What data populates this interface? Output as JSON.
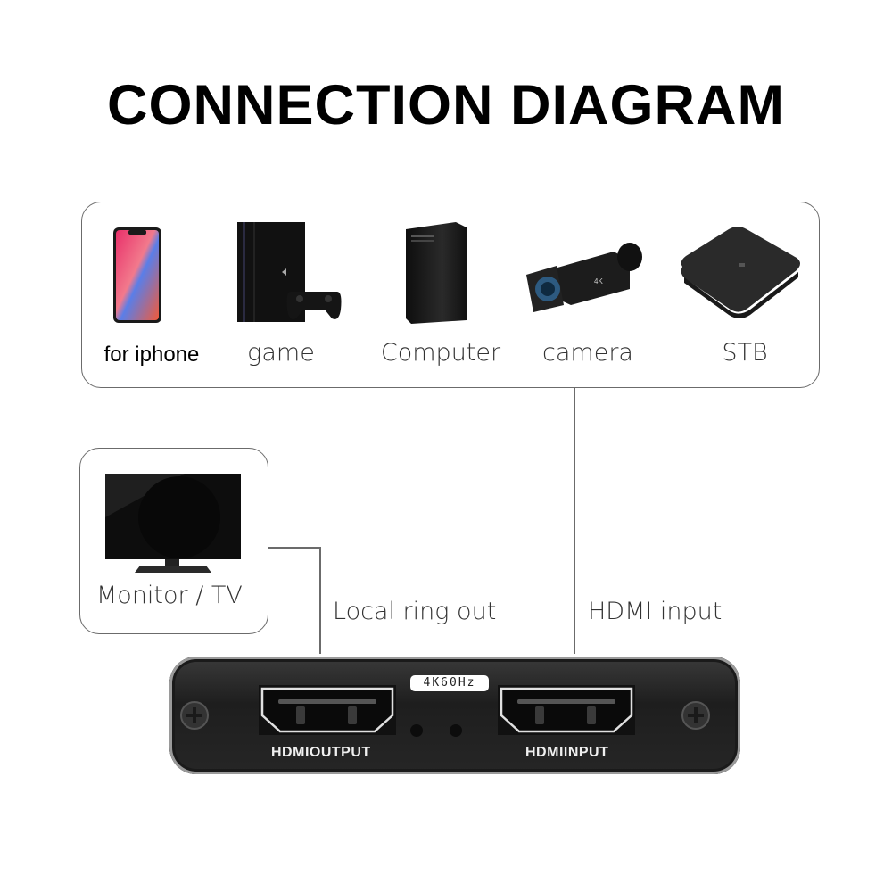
{
  "title": "CONNECTION DIAGRAM",
  "sources": [
    {
      "label": "for iphone",
      "icon": "smartphone-icon"
    },
    {
      "label": "game",
      "icon": "game-console-icon"
    },
    {
      "label": "Computer",
      "icon": "desktop-tower-icon"
    },
    {
      "label": "camera",
      "icon": "camcorder-icon"
    },
    {
      "label": "STB",
      "icon": "set-top-box-icon"
    }
  ],
  "display": {
    "label": "Monitor / TV",
    "icon": "monitor-icon"
  },
  "connections": {
    "local_ring_out": "Local ring out",
    "hdmi_input": "HDMI input"
  },
  "device": {
    "badge": "4K60Hz",
    "output_label": "HDMIOUTPUT",
    "input_label": "HDMIINPUT"
  },
  "colors": {
    "line": "#6b6b6b",
    "device_body": "#262626",
    "text": "#333333"
  }
}
